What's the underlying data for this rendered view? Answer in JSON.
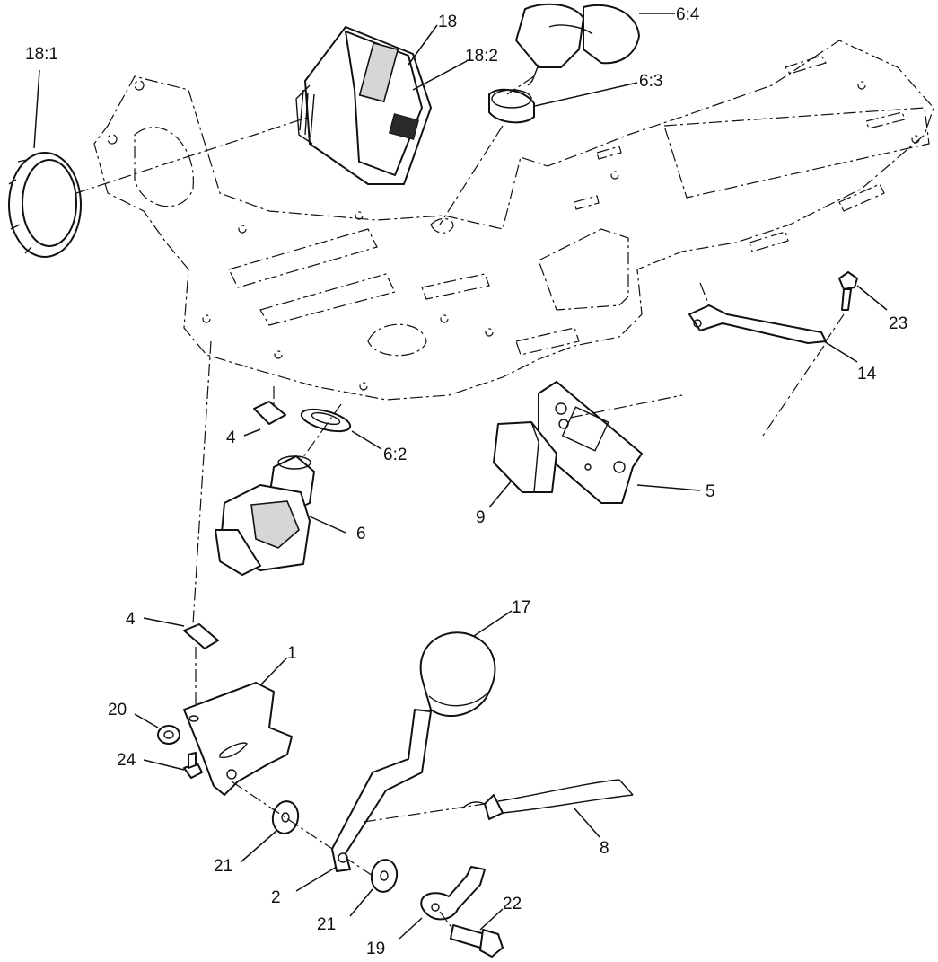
{
  "callouts": {
    "c18_1": "18:1",
    "c18": "18",
    "c18_2": "18:2",
    "c6_4": "6:4",
    "c6_3": "6:3",
    "c23": "23",
    "c14": "14",
    "c4_top": "4",
    "c6_2": "6:2",
    "c5": "5",
    "c9": "9",
    "c6": "6",
    "c4_bottom": "4",
    "c17": "17",
    "c1": "1",
    "c20": "20",
    "c24": "24",
    "c21_top": "21",
    "c8": "8",
    "c2": "2",
    "c21_bottom": "21",
    "c22": "22",
    "c19": "19"
  },
  "icons": {
    "hour_meter": "hour-meter-icon",
    "ignition_key": "key-icon",
    "shift_knob": "knob-icon"
  }
}
